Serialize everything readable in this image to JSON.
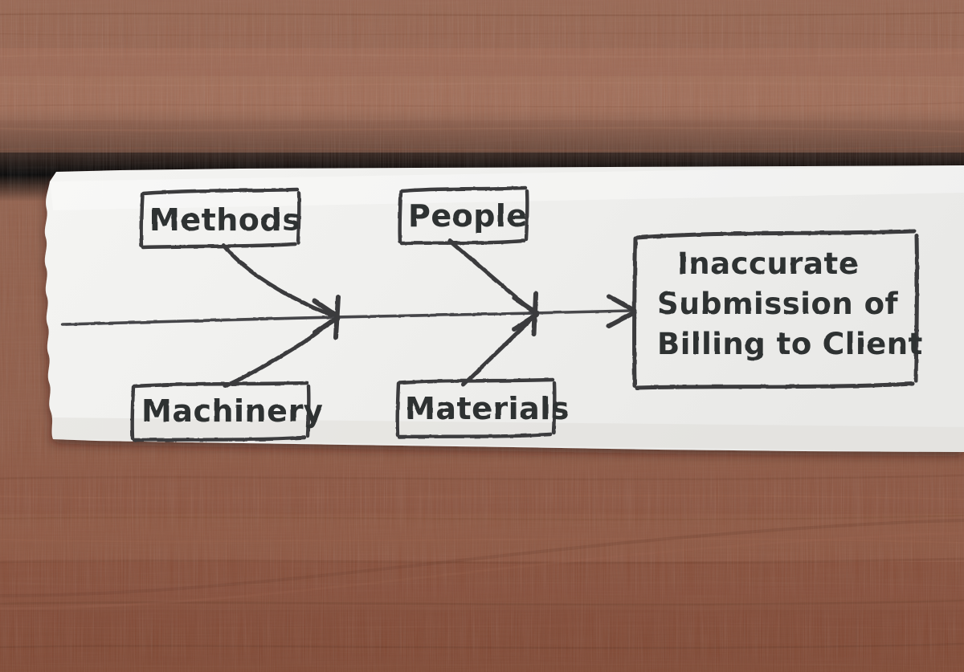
{
  "scene": {
    "description": "Hand-drawn fishbone (Ishikawa) cause-and-effect diagram on a torn strip of white paper lying on a reddish-brown wooden desk",
    "medium": "black marker on white paper",
    "surface": "wooden desk"
  },
  "colors": {
    "wood_top": "#9d6952",
    "wood_mid": "#95604a",
    "wood_bottom": "#8a4f3a",
    "wood_dark_grain": "#77412f",
    "wood_light_grain": "#a8725b",
    "paper": "#f2f2f0",
    "paper_shadow": "#d8d5d1",
    "ink": "#3a3b3e",
    "ink_light": "#55565a"
  },
  "diagram": {
    "type": "fishbone",
    "effect": {
      "lines": [
        "Inaccurate",
        "Submission of",
        "Billing to Client"
      ],
      "full_text": "Inaccurate Submission of Billing to Client"
    },
    "causes": [
      {
        "label": "Methods",
        "position": "top-left"
      },
      {
        "label": "People",
        "position": "top-right"
      },
      {
        "label": "Machinery",
        "position": "bottom-left"
      },
      {
        "label": "Materials",
        "position": "bottom-right"
      }
    ],
    "spine": {
      "label": "main horizontal spine arrow pointing right into the effect box",
      "arrowheads": 3
    }
  }
}
